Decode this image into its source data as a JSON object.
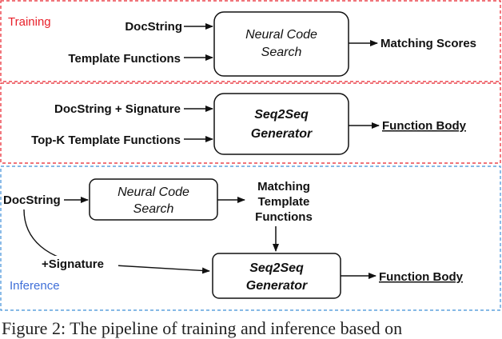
{
  "colors": {
    "training_border": "#e8202a",
    "inference_border": "#3f8fd8",
    "section_title_training": "#e8202a",
    "section_title_inference": "#3f6fd8",
    "box_border": "#111111",
    "arrow": "#111111"
  },
  "training": {
    "title": "Training",
    "docstring": "DocString",
    "template_functions": "Template Functions",
    "ncs_box": {
      "line1": "Neural Code",
      "line2": "Search"
    },
    "matching_scores": "Matching Scores"
  },
  "middle": {
    "docstring_signature": "DocString + Signature",
    "topk_templates": "Top-K Template Functions",
    "seq2seq_box": {
      "line1": "Seq2Seq",
      "line2": "Generator"
    },
    "function_body": "Function Body"
  },
  "inference": {
    "title": "Inference",
    "docstring": "DocString",
    "signature": "+Signature",
    "ncs_box": {
      "line1": "Neural Code",
      "line2": "Search"
    },
    "matching_templates": {
      "line1": "Matching",
      "line2": "Template",
      "line3": "Functions"
    },
    "seq2seq_box": {
      "line1": "Seq2Seq",
      "line2": "Generator"
    },
    "function_body": "Function Body"
  },
  "caption": "Figure 2: The pipeline of training and inference based on"
}
